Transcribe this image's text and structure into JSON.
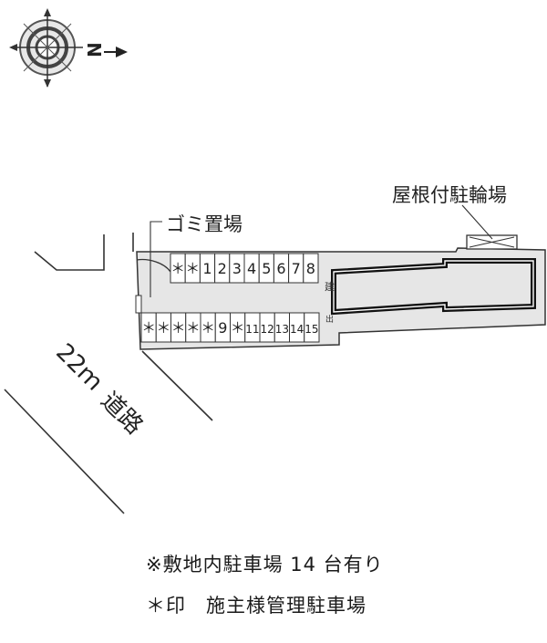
{
  "compass": {
    "north_letter": "N",
    "icon": "compass-rose-icon"
  },
  "labels": {
    "bicycle_parking": "屋根付駐輪場",
    "garbage": "ゴミ置場",
    "road_width": "22ｍ",
    "road_word": "道路",
    "building_tag": "建",
    "entrance_tag": "出"
  },
  "parking": {
    "top_row": [
      "＊",
      "＊",
      "1",
      "2",
      "3",
      "4",
      "5",
      "6",
      "7",
      "8"
    ],
    "bottom_row": [
      "＊",
      "＊",
      "＊",
      "＊",
      "＊",
      "9",
      "＊",
      "11",
      "12",
      "13",
      "14",
      "15"
    ]
  },
  "notes": {
    "line1": "※敷地内駐車場 14 台有り",
    "line2": "＊印　施主様管理駐車場"
  },
  "colors": {
    "lot": "#e6e6e6",
    "line": "#222222"
  }
}
